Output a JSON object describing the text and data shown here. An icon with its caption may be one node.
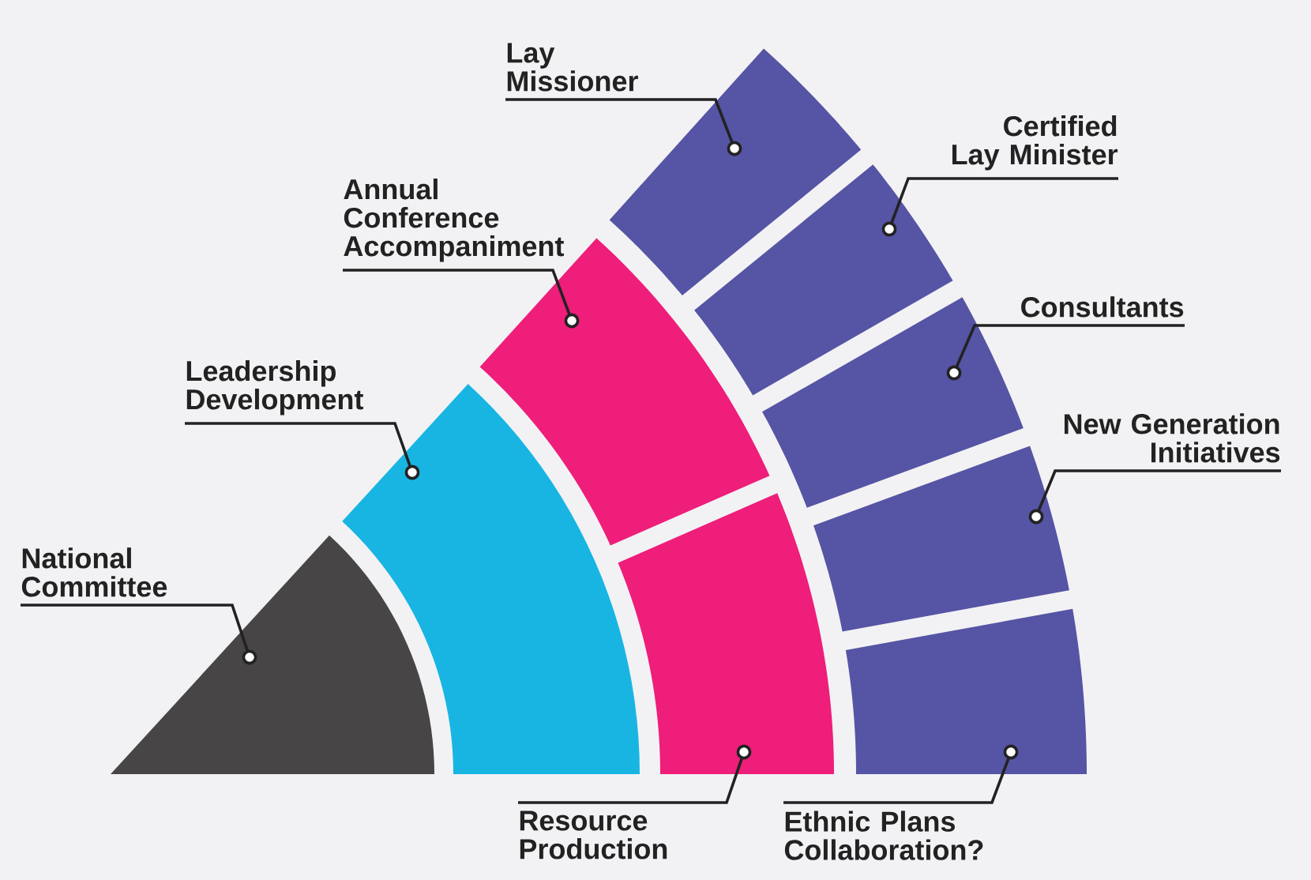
{
  "diagram": {
    "nodes": [
      {
        "text": [
          "Lay Missioner"
        ]
      },
      {
        "text": [
          "Certified Lay Minister"
        ]
      },
      {
        "text": [
          "Annual Conference Accompaniment"
        ]
      },
      {
        "text": [
          "Consultants"
        ]
      },
      {
        "text": [
          "Leadership Development"
        ]
      },
      {
        "text": [
          "New Generation Initiatives"
        ]
      },
      {
        "text": [
          "National Committee"
        ]
      },
      {
        "text": [
          "Resource Production"
        ]
      },
      {
        "text": [
          "Ethnic Plans Collaboration?"
        ]
      },
      {
        "text": [],
        "shape": "sector"
      },
      {
        "text": [],
        "shape": "sector"
      },
      {
        "text": [],
        "shape": "sector"
      },
      {
        "text": [],
        "shape": "sector"
      },
      {
        "text": [],
        "shape": "sector"
      },
      {
        "text": [],
        "shape": "sector"
      },
      {
        "text": [],
        "shape": "sector"
      },
      {
        "text": [],
        "shape": "sector"
      },
      {
        "text": [],
        "shape": "sector"
      }
    ],
    "edges": [
      {
        "from": 0,
        "to": 17,
        "arrow": "other"
      },
      {
        "from": 1,
        "to": 16,
        "arrow": "other"
      },
      {
        "from": 2,
        "to": 12,
        "arrow": "other"
      },
      {
        "from": 3,
        "to": 15,
        "arrow": "other"
      },
      {
        "from": 4,
        "to": 10,
        "arrow": "other"
      },
      {
        "from": 5,
        "to": 14,
        "arrow": "other"
      },
      {
        "from": 6,
        "to": 9,
        "arrow": "other"
      },
      {
        "from": 7,
        "to": 11,
        "arrow": "other"
      },
      {
        "from": 8,
        "to": 13,
        "arrow": "other"
      }
    ]
  }
}
